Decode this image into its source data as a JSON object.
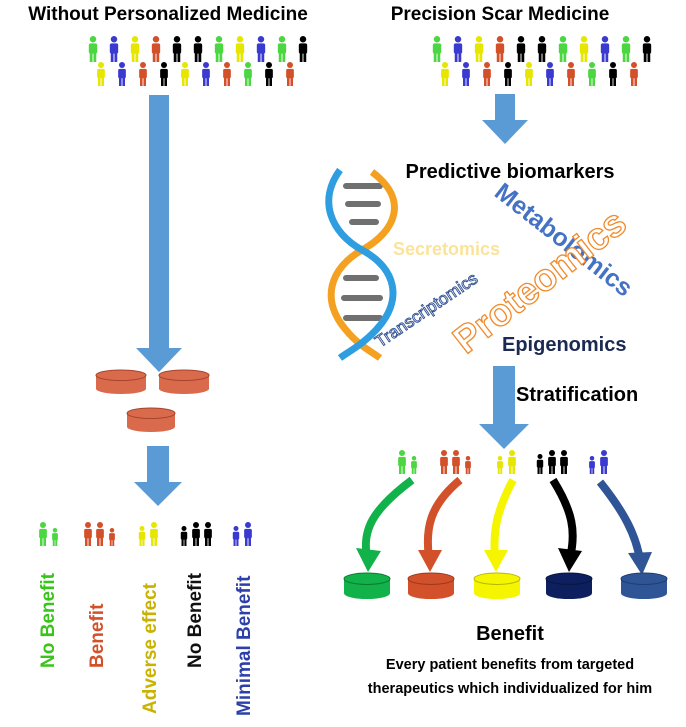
{
  "left": {
    "title": "Without Personalized Medicine",
    "outcomes": [
      {
        "label": "No Benefit",
        "color": "#39c41a"
      },
      {
        "label": "Benefit",
        "color": "#d2512a"
      },
      {
        "label": "Adverse effect",
        "color": "#c9b200"
      },
      {
        "label": "No Benefit",
        "color": "#111111"
      },
      {
        "label": "Minimal Benefit",
        "color": "#2d3fa8"
      }
    ]
  },
  "right": {
    "title": "Precision Scar Medicine",
    "biomarkers_label": "Predictive biomarkers",
    "omics": {
      "secretomics": "Secretomics",
      "transcriptomics": "Transcriptomics",
      "metabolomics": "Metabolomics",
      "proteomics": "Proteomics",
      "epigenomics": "Epigenomics"
    },
    "stratification_label": "Stratification",
    "benefit_title": "Benefit",
    "benefit_text_line1": "Every patient benefits from targeted",
    "benefit_text_line2": "therapeutics which individualized for him"
  },
  "colors": {
    "arrow_blue": "#5b9bd5",
    "pill_orange": "#d96a4c",
    "green": "#12b24a",
    "orange": "#d2512a",
    "yellow": "#f5f500",
    "navy": "#0d1f5e",
    "blue": "#2f5597",
    "black": "#000000",
    "people_green": "#4cd641",
    "people_yellow": "#e6e600",
    "people_orange": "#d2512a",
    "people_blue": "#3a3ad0"
  },
  "icons": [
    "person-icon",
    "pill-icon",
    "dna-helix-icon",
    "down-arrow-icon",
    "curved-arrow-icon"
  ]
}
